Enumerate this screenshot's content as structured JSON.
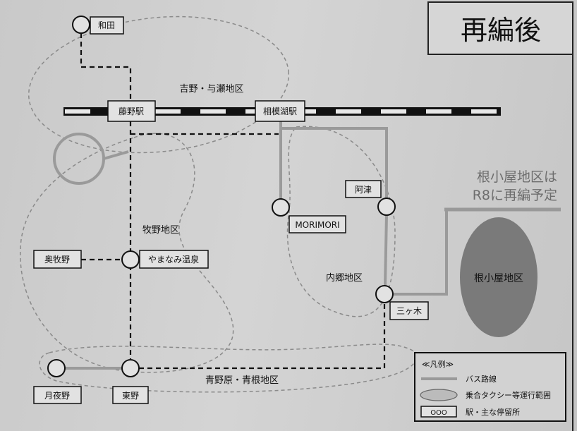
{
  "title": "再編後",
  "note": [
    "根小屋地区は",
    "R8に再編予定"
  ],
  "stations": {
    "fujino": "藤野駅",
    "sagamiko": "相模湖駅"
  },
  "stops": {
    "wada": "和田",
    "azu": "阿津",
    "morimori": "MORIMORI",
    "okumakino": "奥牧野",
    "yamanami": "やまなみ温泉",
    "mikagi": "三ヶ木",
    "tsukiyono": "月夜野",
    "higashino": "東野"
  },
  "areas": {
    "yoshino": "吉野・与瀬地区",
    "makino": "牧野地区",
    "uchigo": "内郷地区",
    "aonohara": "青野原・青根地区",
    "negoya": "根小屋地区"
  },
  "legend": {
    "title": "≪凡例≫",
    "bus_route": "バス路線",
    "taxi_area": "乗合タクシー等運行範囲",
    "stop_sample": "OOO",
    "station": "駅・主な停留所"
  }
}
